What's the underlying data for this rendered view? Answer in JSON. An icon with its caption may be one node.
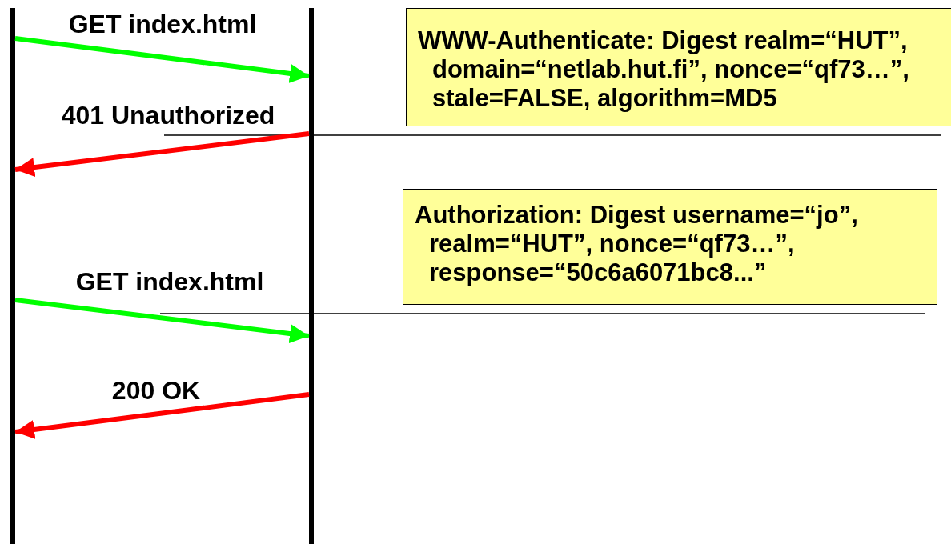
{
  "diagram": {
    "nodes": [
      {
        "text": [],
        "shape": "bar"
      },
      {
        "text": [],
        "shape": "bar"
      },
      {
        "text": [
          "WWW-Authenticate: Digest realm=“HUT”, domain=“netlab.hut.fi”, nonce=“qf73…”, stale=FALSE, algorithm=MD5"
        ]
      },
      {
        "text": [
          "Authorization: Digest username=“jo”, realm=“HUT”, nonce=“qf73…”, response=“50c6a6071bc8...”"
        ]
      }
    ],
    "edges": [
      {
        "from": 0,
        "to": 1,
        "arrow": "to",
        "label": "GET index.html",
        "color": "#00ff00"
      },
      {
        "from": 1,
        "to": 0,
        "arrow": "to",
        "label": "401 Unauthorized",
        "color": "#ff0000"
      },
      {
        "from": 0,
        "to": 1,
        "arrow": "to",
        "label": "GET index.html",
        "color": "#00ff00"
      },
      {
        "from": 1,
        "to": 0,
        "arrow": "to",
        "label": "200 OK",
        "color": "#ff0000"
      }
    ]
  }
}
